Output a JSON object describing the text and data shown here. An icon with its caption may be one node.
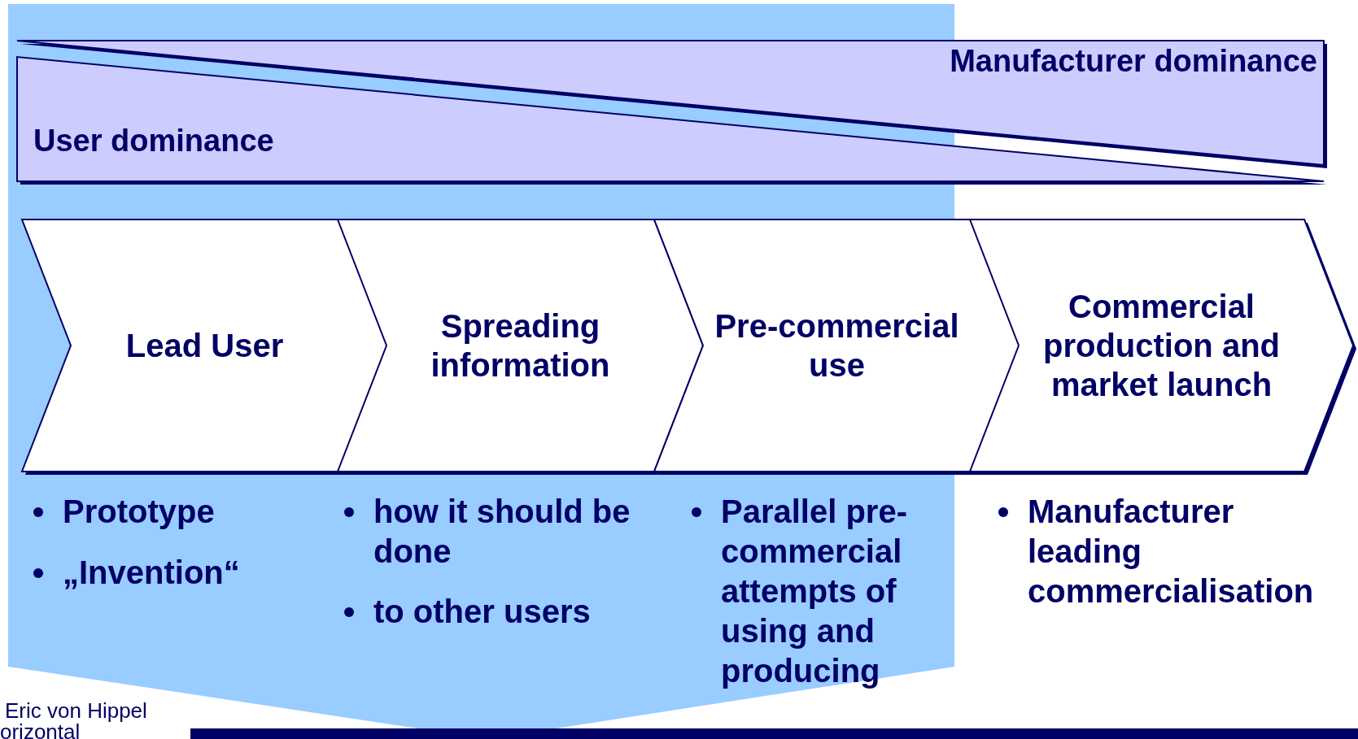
{
  "diagram": {
    "nodes": [
      {
        "text": [
          "Manufacturer dominance"
        ]
      },
      {
        "text": [
          "User dominance"
        ]
      },
      {
        "text": [
          "Lead User"
        ]
      },
      {
        "text": [
          "Spreading information"
        ]
      },
      {
        "text": [
          "Pre-commercial use"
        ]
      },
      {
        "text": [
          "Commercial production and market launch"
        ]
      }
    ],
    "edges": [],
    "labels": [
      "Prototype",
      "„Invention“",
      "how it should be done",
      "to other users",
      "Parallel pre-commercial attempts of using and producing",
      "Manufacturer leading commercialisation",
      "Eric von Hippel",
      "orizontal"
    ]
  }
}
